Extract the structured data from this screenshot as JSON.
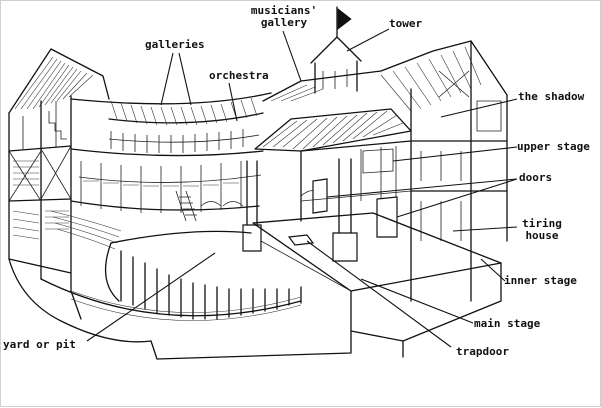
{
  "labels": {
    "musicians_gallery_line1": "musicians'",
    "musicians_gallery_line2": "gallery",
    "tower": "tower",
    "galleries": "galleries",
    "orchestra": "orchestra",
    "the_shadow": "the shadow",
    "upper_stage": "upper stage",
    "doors": "doors",
    "tiring_house_line1": "tiring",
    "tiring_house_line2": "house",
    "inner_stage": "inner stage",
    "main_stage": "main stage",
    "trapdoor": "trapdoor",
    "yard_or_pit": "yard or pit"
  },
  "colors": {
    "ink": "#111111",
    "paper": "#ffffff"
  }
}
